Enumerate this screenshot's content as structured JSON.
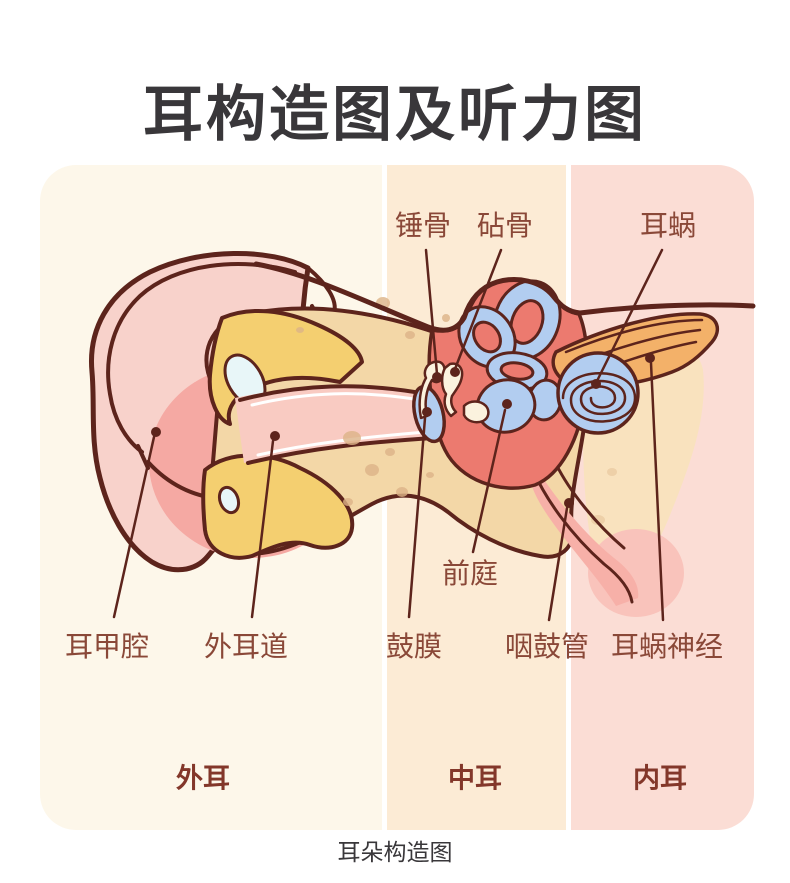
{
  "title": "耳构造图及听力图",
  "caption": "耳朵构造图",
  "part_labels": [
    {
      "id": "malleus",
      "text": "锤骨"
    },
    {
      "id": "incus",
      "text": "砧骨"
    },
    {
      "id": "cochlea",
      "text": "耳蜗"
    },
    {
      "id": "vestibule",
      "text": "前庭"
    },
    {
      "id": "concha",
      "text": "耳甲腔"
    },
    {
      "id": "ear-canal",
      "text": "外耳道"
    },
    {
      "id": "eardrum",
      "text": "鼓膜"
    },
    {
      "id": "eustachian-tube",
      "text": "咽鼓管"
    },
    {
      "id": "cochlear-nerve",
      "text": "耳蜗神经"
    }
  ],
  "section_labels": [
    {
      "id": "outer-ear",
      "text": "外耳"
    },
    {
      "id": "middle-ear",
      "text": "中耳"
    },
    {
      "id": "inner-ear",
      "text": "内耳"
    }
  ],
  "colors": {
    "background": "#FFFFFF",
    "title_text": "#39373A",
    "label_text": "#8A4838",
    "section_text": "#83372A",
    "outline": "#5D241C",
    "panel_outer": "#FDF7EA",
    "panel_middle": "#FCEBD5",
    "panel_inner": "#FBDDD5",
    "pinna_pink": "#F8D2CB",
    "concha_pink": "#F5A9A3",
    "canal_pink": "#F9CBC2",
    "bone_yellow": "#F4CF70",
    "bone_tan": "#F3D7A7",
    "speckle_tan": "#DDB488",
    "cavity_red": "#EC7A6F",
    "inner_blue": "#B2CDF0",
    "ossicle_cream": "#FBF2DE",
    "nerve_orange": "#F3B169",
    "soft_tan": "#F9E2BE",
    "tube_pink": "#F7B0A8",
    "soft_pink": "#F9C3BB",
    "highlight_blue": "#E8F6F8"
  }
}
